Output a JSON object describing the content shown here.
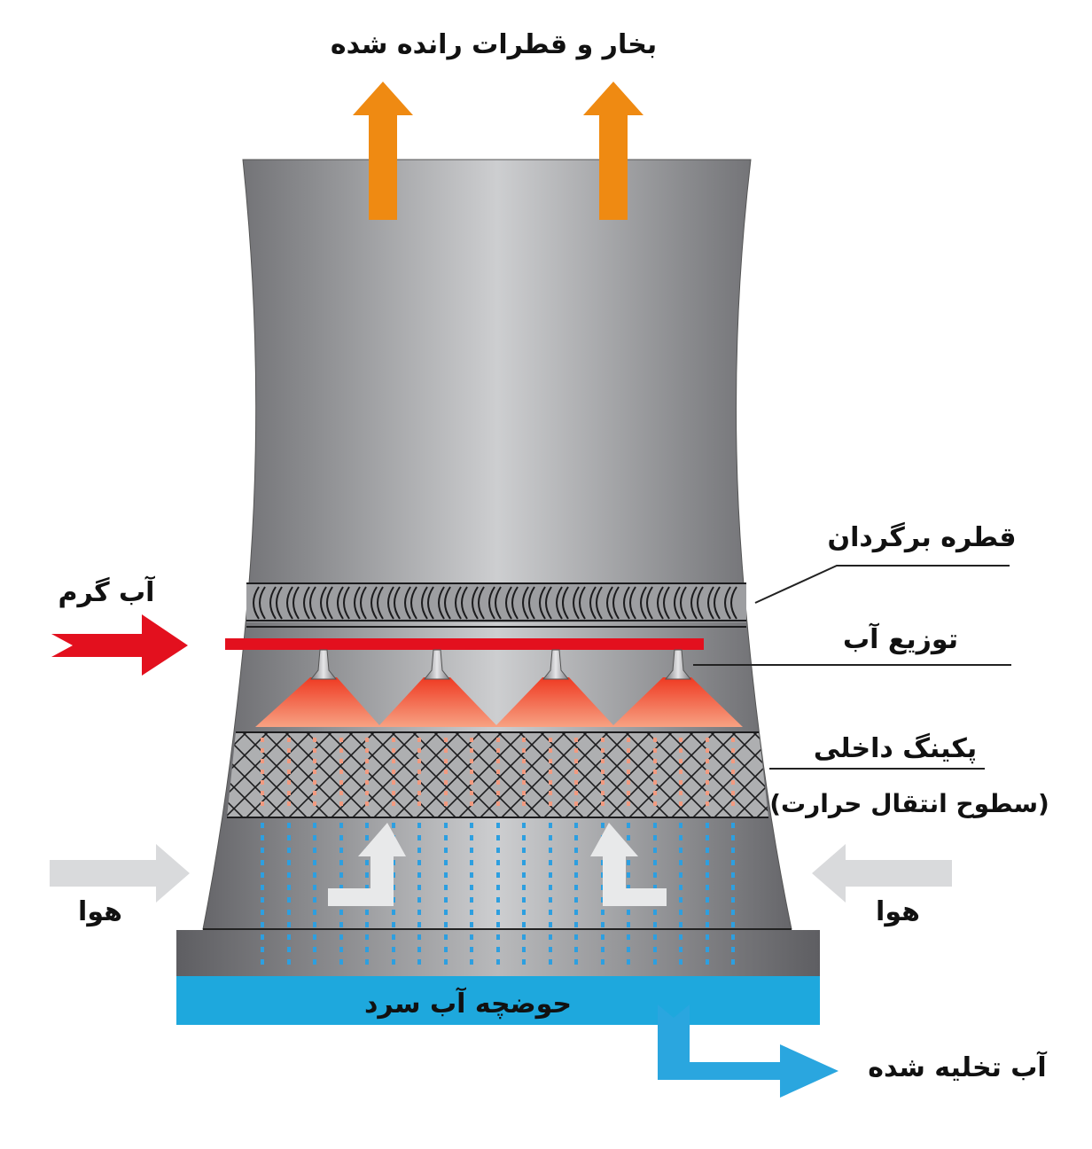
{
  "labels": {
    "vapor": "بخار و قطرات رانده شده",
    "drift_eliminator": "قطره برگردان",
    "hot_water": "آب گرم",
    "water_distribution": "توزیع آب",
    "fill_packing": "پکینگ داخلی",
    "heat_transfer": "(سطوح انتقال حرارت)",
    "air_left": "هوا",
    "air_right": "هوا",
    "cold_water_basin": "حوضچه آب سرد",
    "drained_water": "آب تخلیه شده"
  },
  "colors": {
    "tower_dark": "#6e6e72",
    "tower_light": "#c9cacc",
    "vapor_arrow": "#ef8a12",
    "hot_water": "#e3101e",
    "spray": "#f0593e",
    "air_arrow": "#d9dadc",
    "inner_air_arrow": "#e8e9ea",
    "basin": "#1ea8dd",
    "drain_arrow": "#2aa6df",
    "water_drops": "#2d9fe0",
    "hot_drops": "#f19a80",
    "leader_line": "#222222"
  },
  "icons": [
    "vapor-arrow-icon",
    "hot-water-arrow-icon",
    "air-arrow-icon",
    "drain-arrow-icon",
    "spray-nozzle-icon"
  ]
}
